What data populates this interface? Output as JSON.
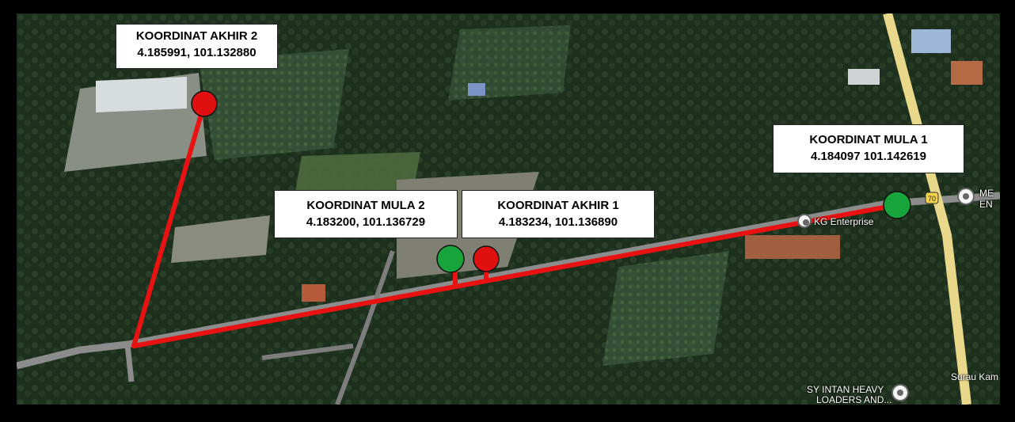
{
  "markers": {
    "akhir2": {
      "title": "KOORDINAT AKHIR 2",
      "coords": "4.185991, 101.132880"
    },
    "mula2": {
      "title": "KOORDINAT MULA 2",
      "coords": "4.183200, 101.136729"
    },
    "akhir1": {
      "title": "KOORDINAT AKHIR 1",
      "coords": "4.183234, 101.136890"
    },
    "mula1": {
      "title": "KOORDINAT MULA 1",
      "coords": "4.184097 101.142619"
    }
  },
  "poi": {
    "kg_enterprise": "KG Enterprise",
    "road_number": "70",
    "surau": "Surau Kam",
    "sy_intan_1": "SY INTAN HEAVY",
    "sy_intan_2": "LOADERS AND...",
    "me_1": "ME",
    "me_2": "EN"
  },
  "colors": {
    "start": "#17a43a",
    "end": "#e01010",
    "route": "#e81212",
    "highway": "#e9d88a"
  }
}
